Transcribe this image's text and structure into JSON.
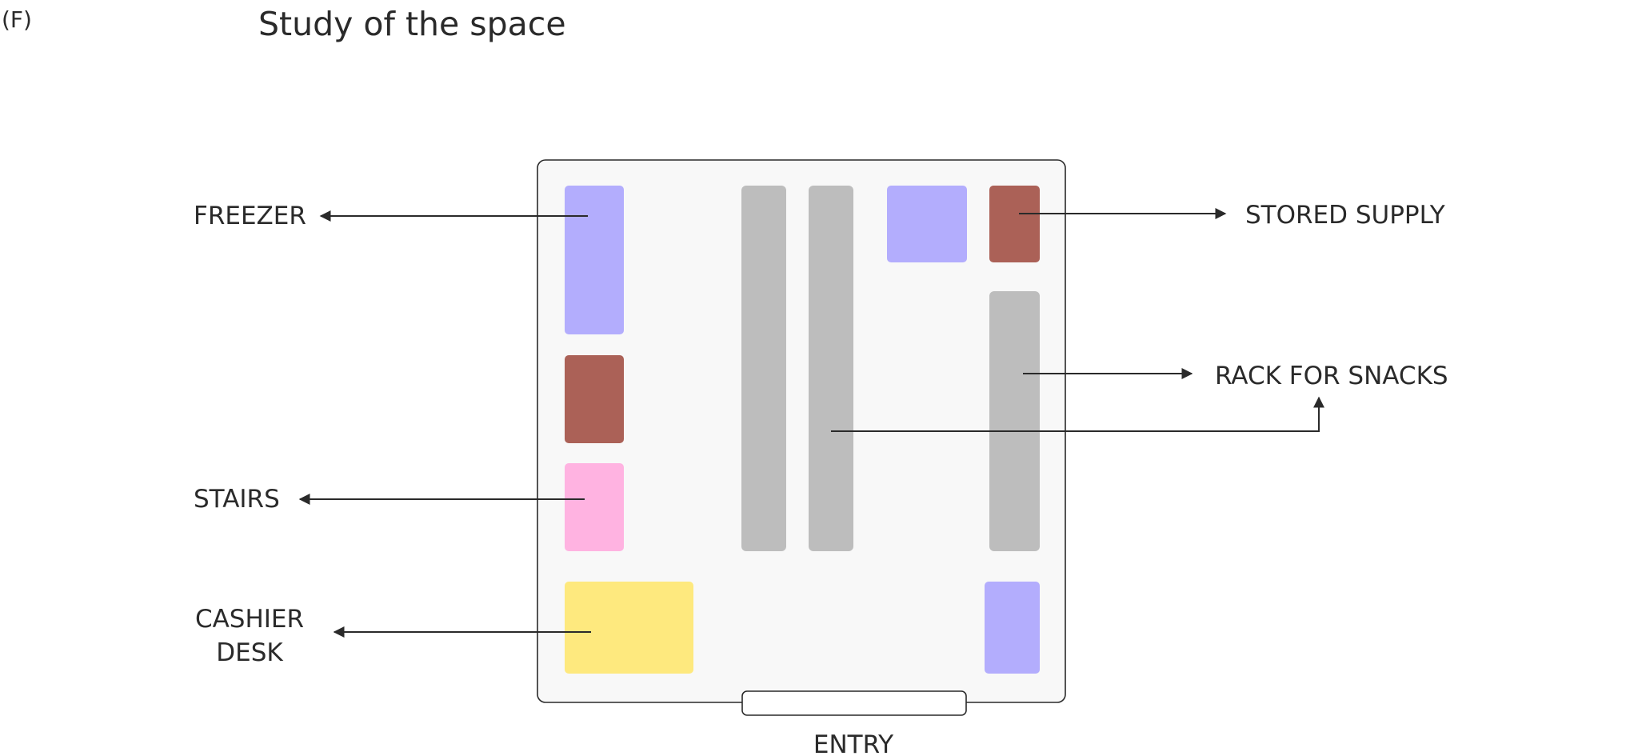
{
  "figure_label": "(F)",
  "title": "Study of the space",
  "labels": {
    "freezer": "FREEZER",
    "stairs": "STAIRS",
    "cashier_line1": "CASHIER",
    "cashier_line2": "DESK",
    "stored_supply": "STORED SUPPLY",
    "rack_for_snacks": "RACK FOR SNACKS",
    "entry": "ENTRY"
  },
  "colors": {
    "freezer": "#b3adfd",
    "stored_supply": "#ab6157",
    "rack": "#bdbdbd",
    "stairs": "#ffb3e1",
    "cashier_desk": "#fee97e",
    "room_fill": "#f8f8f8",
    "outline": "#2a2a2a"
  }
}
